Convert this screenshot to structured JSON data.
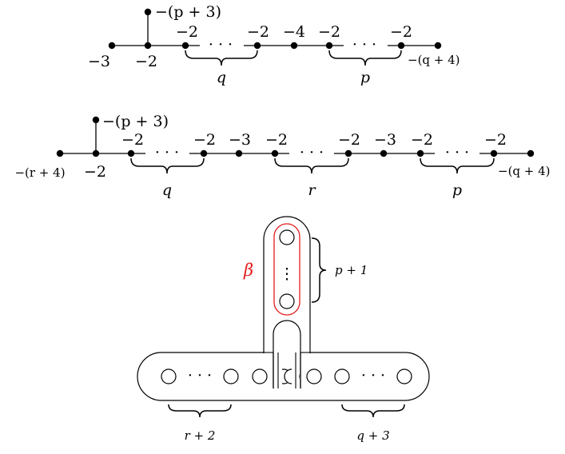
{
  "diagram1": {
    "top_weight": "−(p + 3)",
    "bottom_weights": [
      "−3",
      "−2"
    ],
    "upper_weights": [
      "−2",
      "−2",
      "−4",
      "−2",
      "−2"
    ],
    "dots": "· · ·",
    "end_weight": "−(q + 4)",
    "brace_labels": [
      "q",
      "p"
    ]
  },
  "diagram2": {
    "top_weight": "−(p + 3)",
    "bottom_weights": [
      "−(r + 4)",
      "−2"
    ],
    "upper_weights": [
      "−2",
      "−2",
      "−3",
      "−2",
      "−2",
      "−3",
      "−2",
      "−2"
    ],
    "dots": "· · ·",
    "end_weight": "−(q + 4)",
    "brace_labels": [
      "q",
      "r",
      "p"
    ]
  },
  "surface": {
    "curve_label": "β",
    "vertical_dots": "⋮",
    "horizontal_dots": "· · ·",
    "brace_labels": [
      "p + 1",
      "r + 2",
      "q + 3"
    ],
    "curve_color": "#e41a1c"
  }
}
